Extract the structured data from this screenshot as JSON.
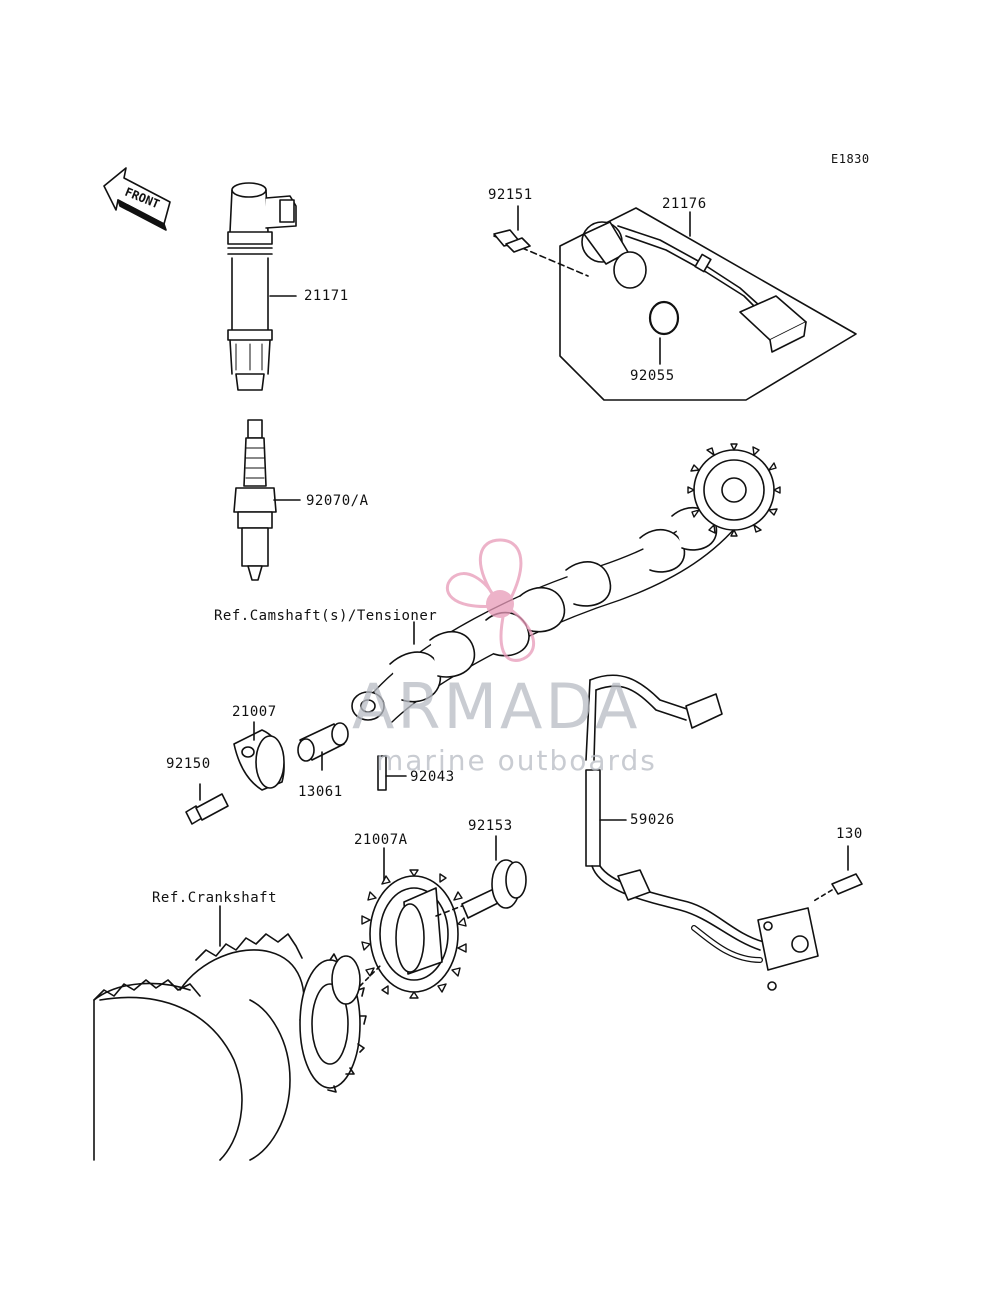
{
  "diagram_code": "E1830",
  "front_label": "FRONT",
  "parts": {
    "p92151": "92151",
    "p21176": "21176",
    "p21171": "21171",
    "p92055": "92055",
    "p92070A": "92070/A",
    "p21007": "21007",
    "p92150": "92150",
    "p13061": "13061",
    "p92043": "92043",
    "p59026": "59026",
    "p92153": "92153",
    "p21007A": "21007A",
    "p130": "130"
  },
  "references": {
    "camshaft": "Ref.Camshaft(s)/Tensioner",
    "crankshaft": "Ref.Crankshaft"
  },
  "watermark": {
    "brand": "ARMADA",
    "tagline": "marine outboards",
    "accent_color": "#e79ab8"
  }
}
